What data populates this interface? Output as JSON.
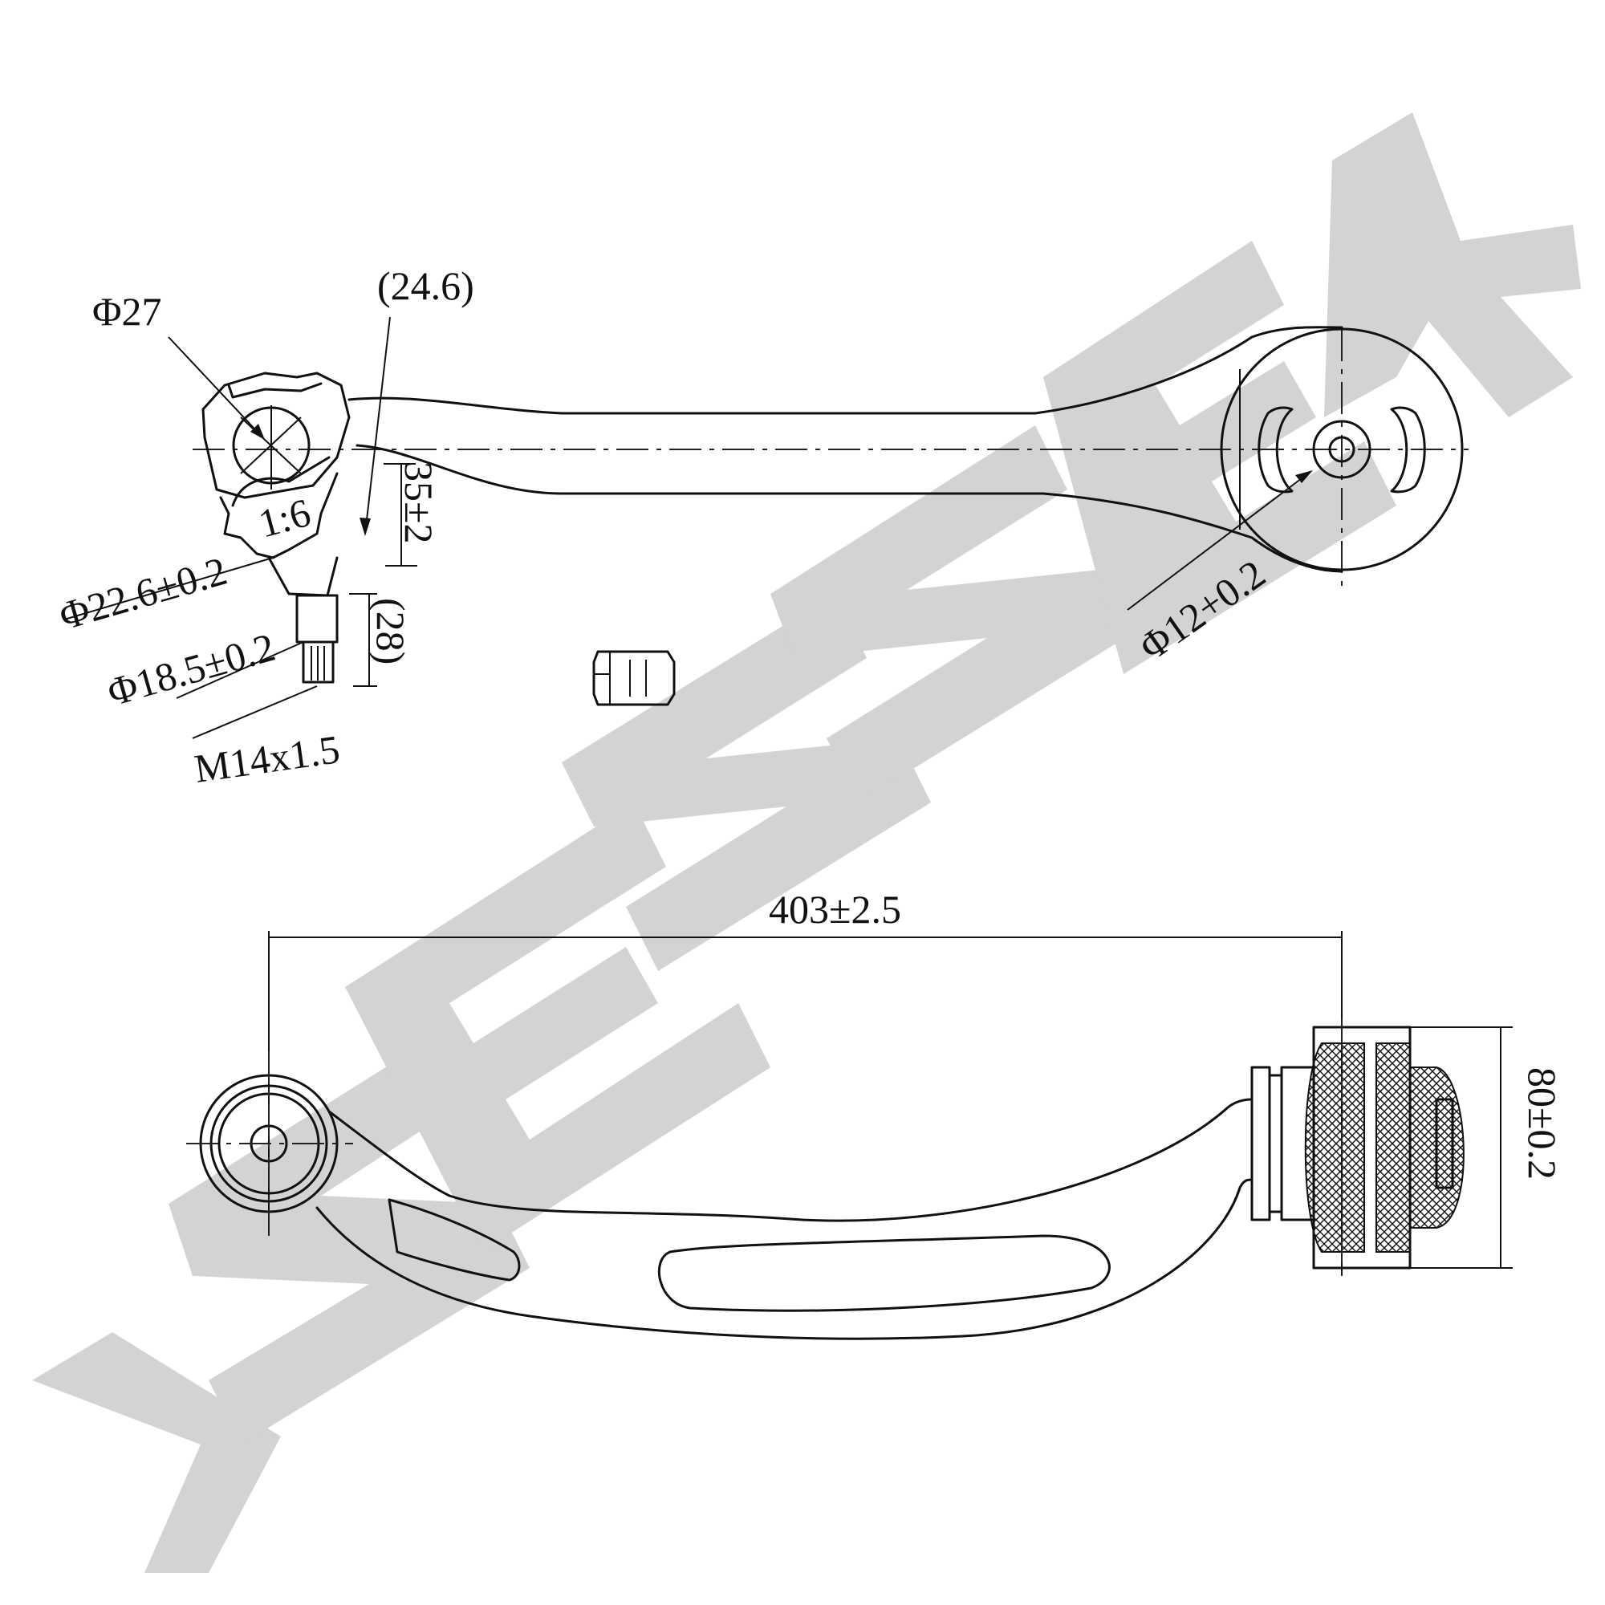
{
  "watermark": "ZENNEK",
  "top_view": {
    "phi27": "Φ27",
    "ref_24_6": "(24.6)",
    "dim_35": "35±2",
    "taper": "1:6",
    "phi22_6": "Φ22.6±0.2",
    "phi18_5": "Φ18.5±0.2",
    "ref_28": "(28)",
    "thread": "M14x1.5",
    "phi12": "Φ12+0.2"
  },
  "side_view": {
    "length": "403±2.5",
    "width": "80±0.2"
  }
}
